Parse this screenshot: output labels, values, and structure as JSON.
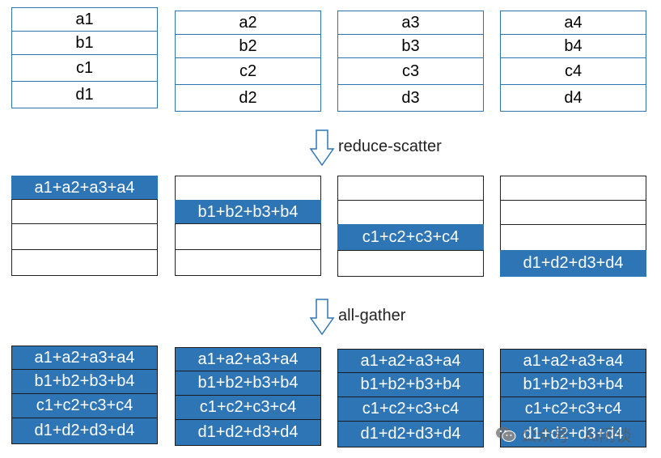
{
  "stages": {
    "input": {
      "columns": [
        [
          "a1",
          "b1",
          "c1",
          "d1"
        ],
        [
          "a2",
          "b2",
          "c2",
          "d2"
        ],
        [
          "a3",
          "b3",
          "c3",
          "d3"
        ],
        [
          "a4",
          "b4",
          "c4",
          "d4"
        ]
      ]
    },
    "reduce_scatter": {
      "label": "reduce-scatter",
      "columns": [
        [
          "a1+a2+a3+a4",
          "",
          "",
          ""
        ],
        [
          "",
          "b1+b2+b3+b4",
          "",
          ""
        ],
        [
          "",
          "",
          "c1+c2+c3+c4",
          ""
        ],
        [
          "",
          "",
          "",
          "d1+d2+d3+d4"
        ]
      ]
    },
    "all_gather": {
      "label": "all-gather",
      "columns": [
        [
          "a1+a2+a3+a4",
          "b1+b2+b3+b4",
          "c1+c2+c3+c4",
          "d1+d2+d3+d4"
        ],
        [
          "a1+a2+a3+a4",
          "b1+b2+b3+b4",
          "c1+c2+c3+c4",
          "d1+d2+d3+d4"
        ],
        [
          "a1+a2+a3+a4",
          "b1+b2+b3+b4",
          "c1+c2+c3+c4",
          "d1+d2+d3+d4"
        ],
        [
          "a1+a2+a3+a4",
          "b1+b2+b3+b4",
          "c1+c2+c3+c4",
          "d1+d2+d3+d4"
        ]
      ]
    }
  },
  "watermark": "公众号 · AI闲谈",
  "colors": {
    "cell_fill": "#2e75b6",
    "cell_border": "#2e75b6",
    "arrow": "#2e75b6"
  }
}
